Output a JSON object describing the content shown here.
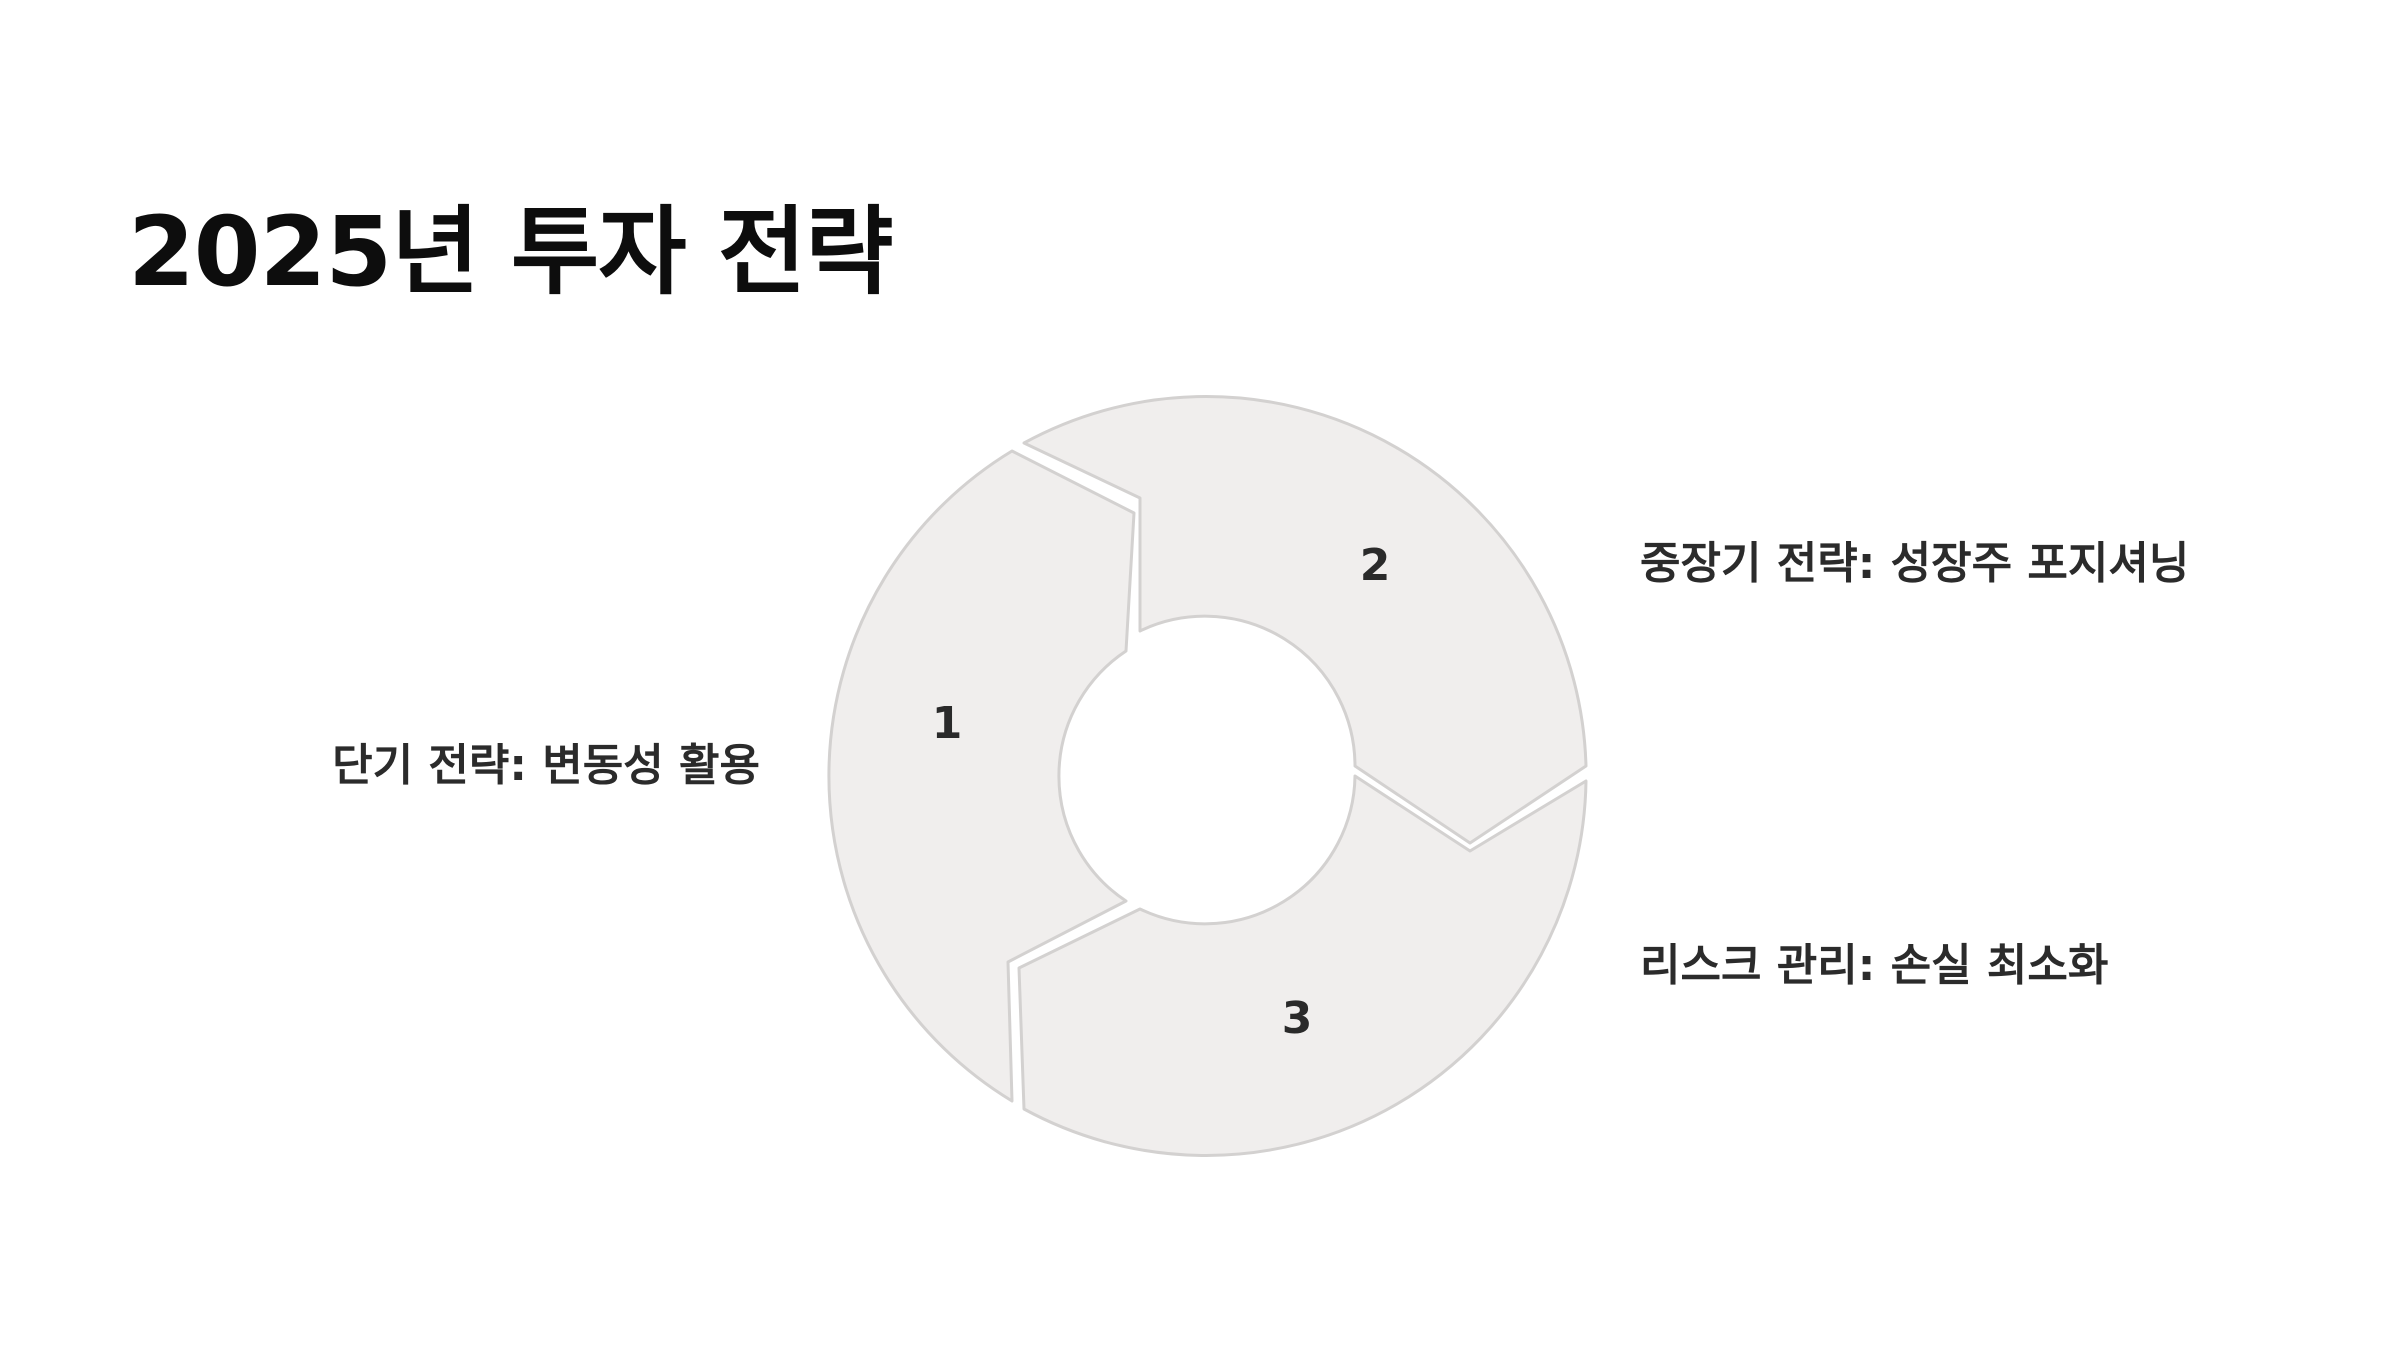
{
  "slide": {
    "title": "2025년 투자 전략"
  },
  "cycle": {
    "segments": [
      {
        "number": "1",
        "label": "단기 전략: 변동성 활용"
      },
      {
        "number": "2",
        "label": "중장기 전략: 성장주 포지셔닝"
      },
      {
        "number": "3",
        "label": "리스크 관리: 손실 최소화"
      }
    ],
    "colors": {
      "fill": "#f0eeed",
      "stroke": "#d3d1d0",
      "text": "#2b2b2b"
    }
  }
}
